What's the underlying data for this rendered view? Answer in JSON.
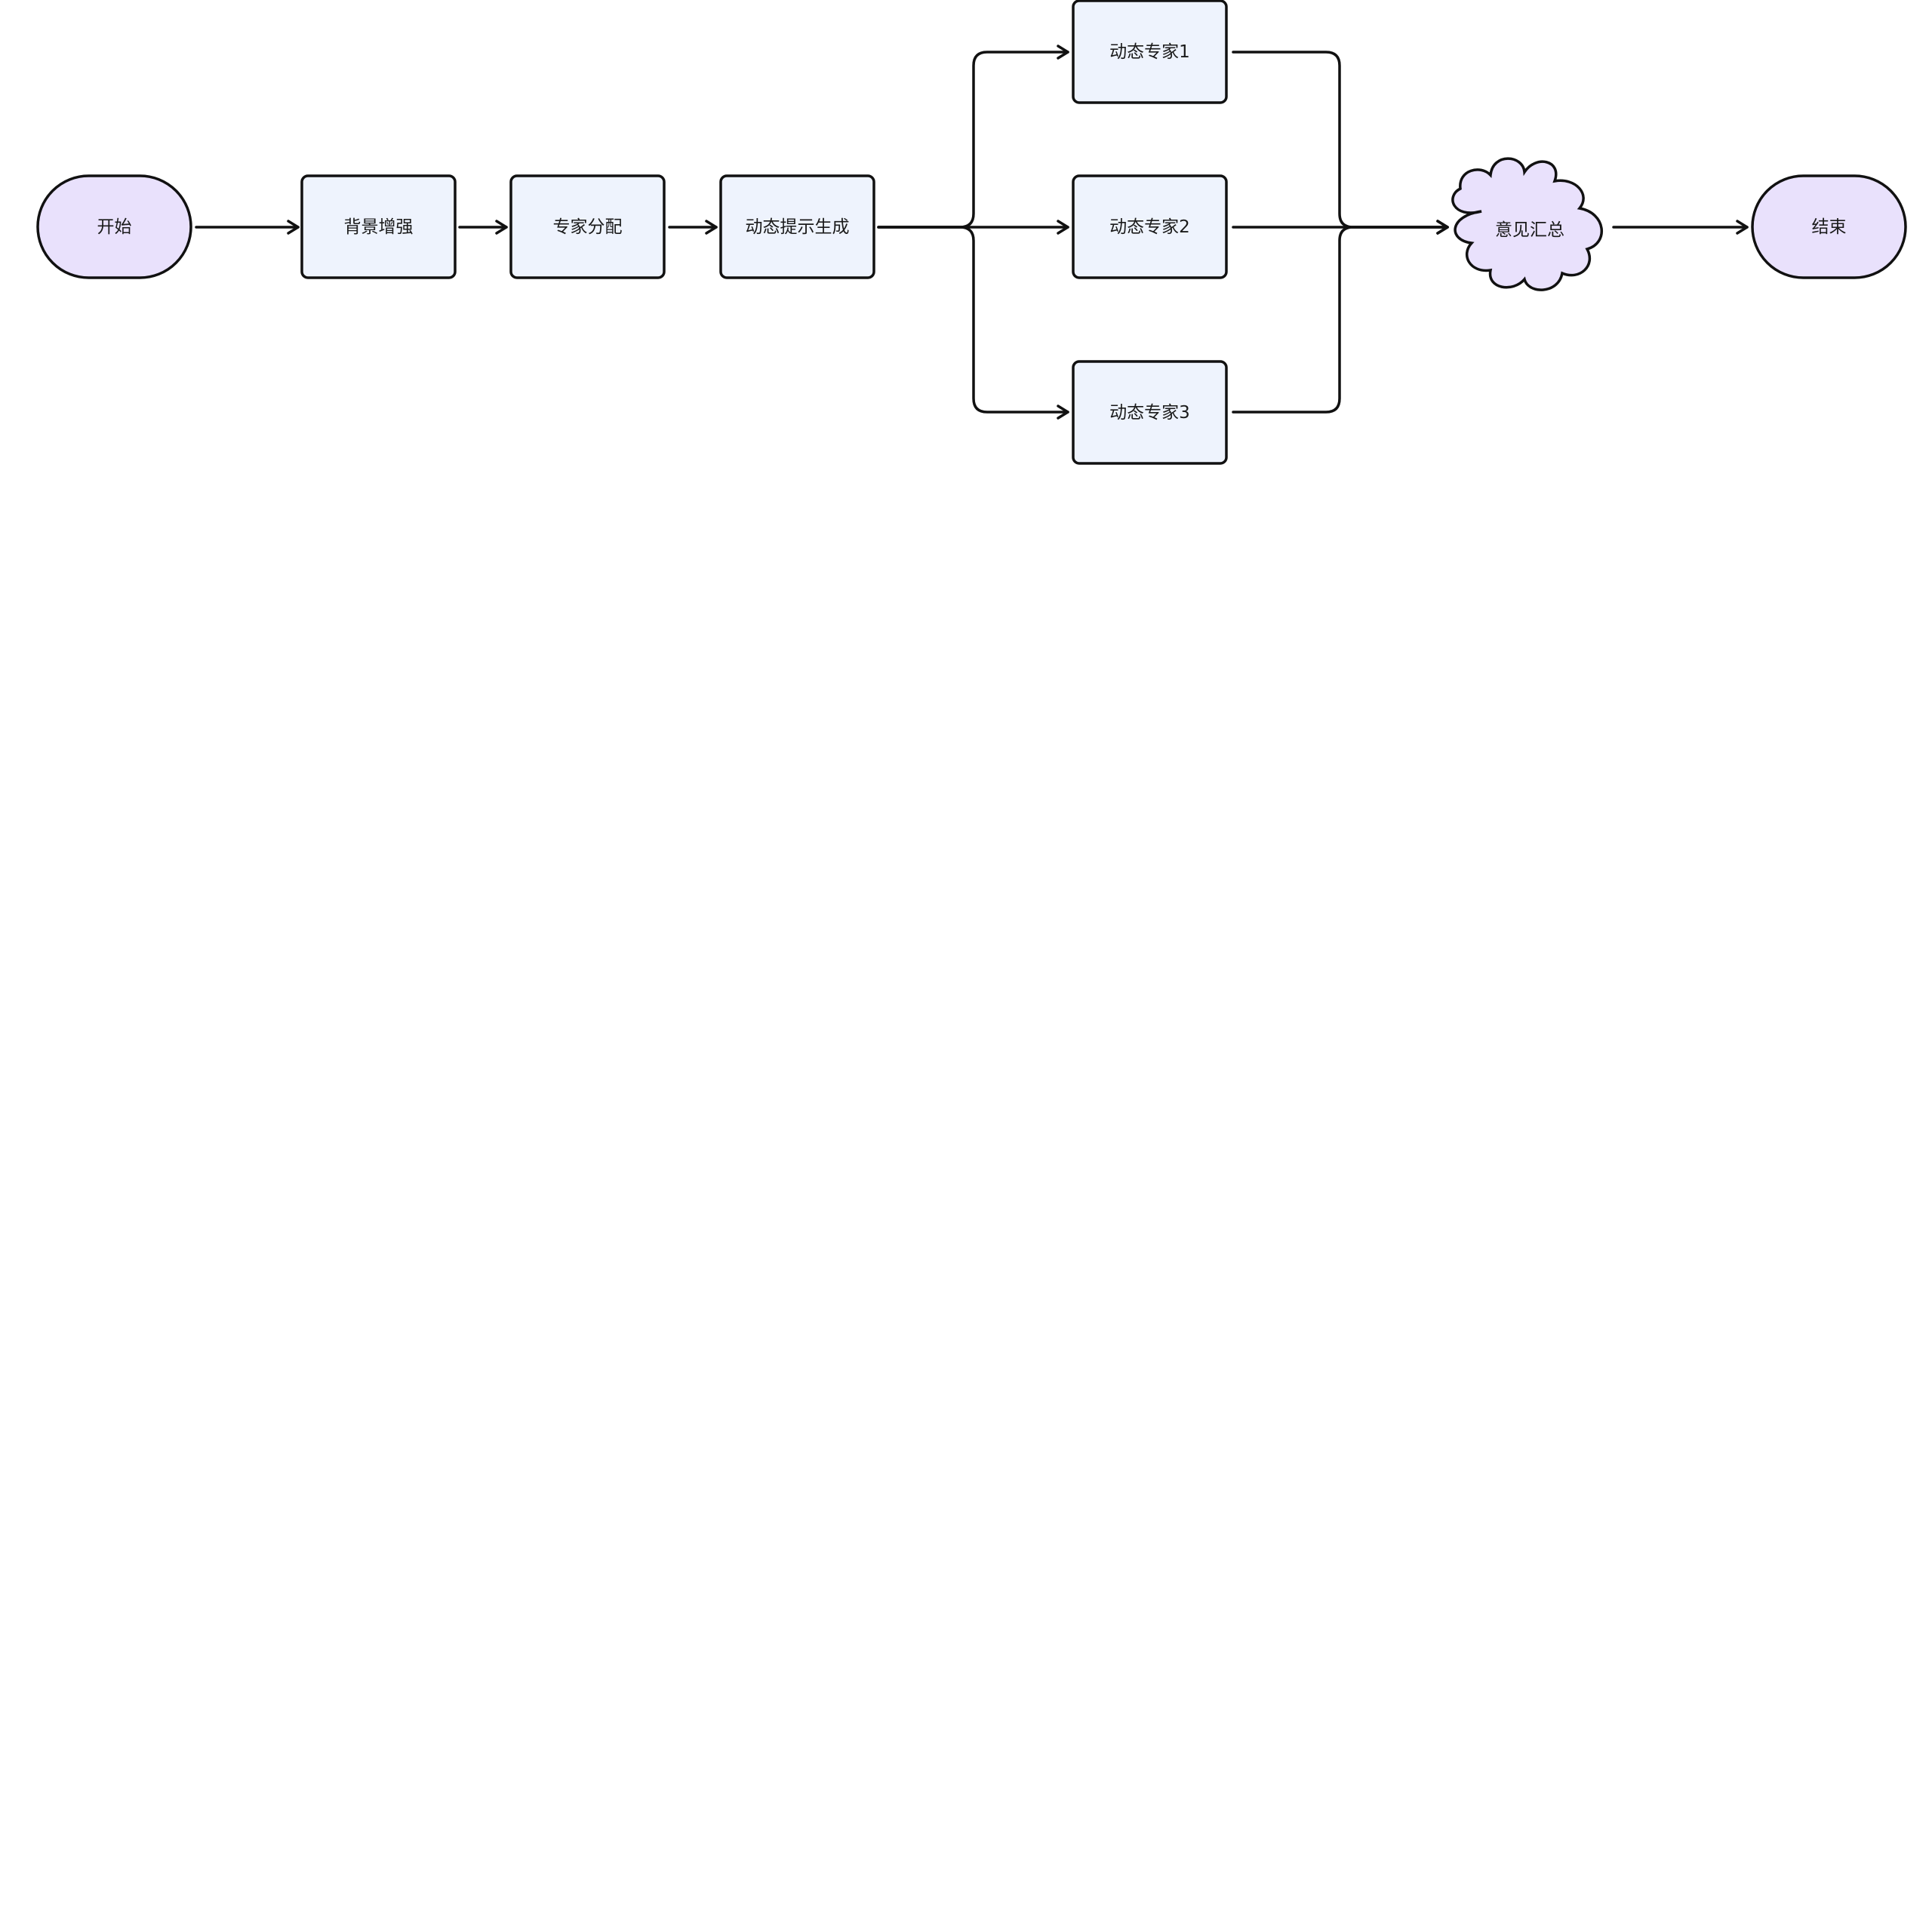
{
  "diagram": {
    "type": "flowchart",
    "colors": {
      "terminal_fill": "#e9e1fc",
      "process_fill": "#eef3fd",
      "stroke": "#111111",
      "text": "#1a1a1a"
    },
    "nodes": {
      "start": "开始",
      "background_enhance": "背景增强",
      "expert_assign": "专家分配",
      "dynamic_prompt": "动态提示生成",
      "expert_1": "动态专家1",
      "expert_2": "动态专家2",
      "expert_3": "动态专家3",
      "aggregate": "意见汇总",
      "end": "结束"
    },
    "edges": [
      {
        "from": "start",
        "to": "background_enhance"
      },
      {
        "from": "background_enhance",
        "to": "expert_assign"
      },
      {
        "from": "expert_assign",
        "to": "dynamic_prompt"
      },
      {
        "from": "dynamic_prompt",
        "to": "expert_1"
      },
      {
        "from": "dynamic_prompt",
        "to": "expert_2"
      },
      {
        "from": "dynamic_prompt",
        "to": "expert_3"
      },
      {
        "from": "expert_1",
        "to": "aggregate"
      },
      {
        "from": "expert_2",
        "to": "aggregate"
      },
      {
        "from": "expert_3",
        "to": "aggregate"
      },
      {
        "from": "aggregate",
        "to": "end"
      }
    ]
  }
}
